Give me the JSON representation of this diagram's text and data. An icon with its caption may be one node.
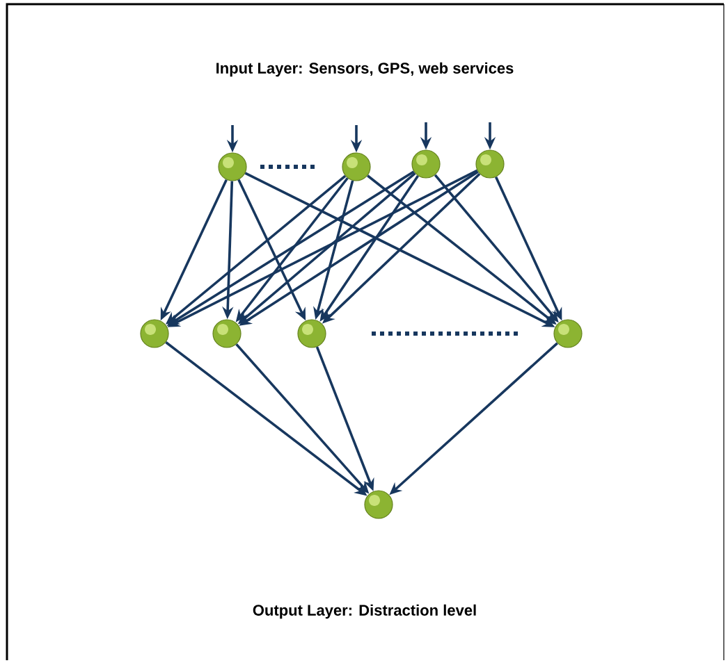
{
  "diagram": {
    "nodes": [
      {
        "text": [],
        "shape": "circle"
      },
      {
        "text": [],
        "shape": "circle"
      },
      {
        "text": [],
        "shape": "circle"
      },
      {
        "text": [],
        "shape": "circle"
      },
      {
        "text": [],
        "shape": "circle"
      },
      {
        "text": [],
        "shape": "circle"
      },
      {
        "text": [],
        "shape": "circle"
      },
      {
        "text": [],
        "shape": "circle"
      },
      {
        "text": [],
        "shape": "circle"
      }
    ],
    "edges": [
      {
        "from": null,
        "to": 0,
        "arrow": "to"
      },
      {
        "from": null,
        "to": 1,
        "arrow": "to"
      },
      {
        "from": null,
        "to": 2,
        "arrow": "to"
      },
      {
        "from": null,
        "to": 3,
        "arrow": "to"
      },
      {
        "from": 0,
        "to": 4,
        "arrow": "to"
      },
      {
        "from": 0,
        "to": 5,
        "arrow": "to"
      },
      {
        "from": 0,
        "to": 6,
        "arrow": "to"
      },
      {
        "from": 0,
        "to": 7,
        "arrow": "to"
      },
      {
        "from": 1,
        "to": 4,
        "arrow": "to"
      },
      {
        "from": 1,
        "to": 5,
        "arrow": "to"
      },
      {
        "from": 1,
        "to": 6,
        "arrow": "to"
      },
      {
        "from": 1,
        "to": 7,
        "arrow": "to"
      },
      {
        "from": 2,
        "to": 4,
        "arrow": "to"
      },
      {
        "from": 2,
        "to": 5,
        "arrow": "to"
      },
      {
        "from": 2,
        "to": 6,
        "arrow": "to"
      },
      {
        "from": 2,
        "to": 7,
        "arrow": "to"
      },
      {
        "from": 3,
        "to": 4,
        "arrow": "to"
      },
      {
        "from": 3,
        "to": 5,
        "arrow": "to"
      },
      {
        "from": 3,
        "to": 6,
        "arrow": "to"
      },
      {
        "from": 3,
        "to": 7,
        "arrow": "to"
      },
      {
        "from": 4,
        "to": 8,
        "arrow": "to"
      },
      {
        "from": 5,
        "to": 8,
        "arrow": "to"
      },
      {
        "from": 6,
        "to": 8,
        "arrow": "to"
      },
      {
        "from": 7,
        "to": 8,
        "arrow": "to"
      }
    ],
    "labels": [
      "Input Layer: Sensors, GPS, web services",
      "Output Layer: Distraction level"
    ]
  }
}
